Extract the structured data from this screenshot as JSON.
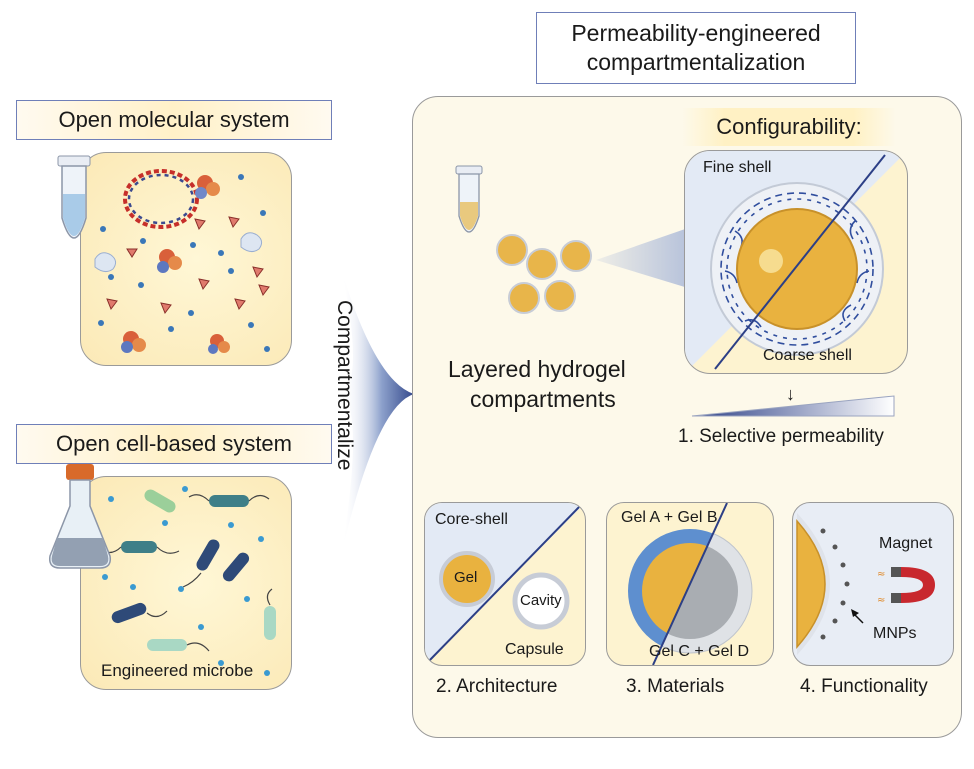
{
  "title": {
    "line1": "Permeability-engineered",
    "line2": "compartmentalization"
  },
  "left": {
    "molecular_label": "Open molecular system",
    "cell_label": "Open cell-based system",
    "microbe_label": "Engineered microbe"
  },
  "arrow_label": "Compartmentalize",
  "right": {
    "configurability": "Configurability:",
    "hydrogel_line1": "Layered hydrogel",
    "hydrogel_line2": "compartments",
    "fine_shell": "Fine shell",
    "coarse_shell": "Coarse shell",
    "selective": "1. Selective permeability"
  },
  "cards": {
    "architecture": {
      "core_shell": "Core-shell",
      "gel": "Gel",
      "cavity": "Cavity",
      "capsule": "Capsule",
      "caption": "2. Architecture"
    },
    "materials": {
      "top": "Gel A + Gel B",
      "bottom": "Gel C + Gel D",
      "caption": "3. Materials"
    },
    "functionality": {
      "magnet": "Magnet",
      "mnps": "MNPs",
      "caption": "4. Functionality"
    }
  },
  "colors": {
    "accent_blue": "#2c3f86",
    "panel_fill": "#fdf6df",
    "gold": "#e3ad3a",
    "magnet_red": "#c8282e"
  }
}
